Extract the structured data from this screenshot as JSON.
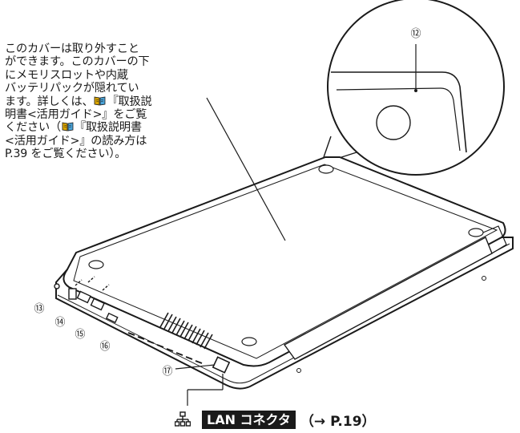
{
  "note": {
    "lines": [
      "このカバーは取り外すこと",
      "ができます。このカバーの下",
      "にメモリスロットや内蔵",
      "バッテリパックが隠れてい",
      "ます。詳しくは、",
      "『取扱説",
      "明書<活用ガイド>』をご覧",
      "ください（",
      "『取扱説明書",
      "<活用ガイド>』の読み方は",
      "P.39 をご覧ください）。"
    ],
    "icon": "manual-book-icon"
  },
  "callouts": {
    "c12": "⑫",
    "c13": "⑬",
    "c14": "⑭",
    "c15": "⑮",
    "c16": "⑯",
    "c17": "⑰"
  },
  "lan": {
    "icon": "network-icon",
    "label": "LAN コネクタ",
    "ref": "（→ P.19）"
  }
}
